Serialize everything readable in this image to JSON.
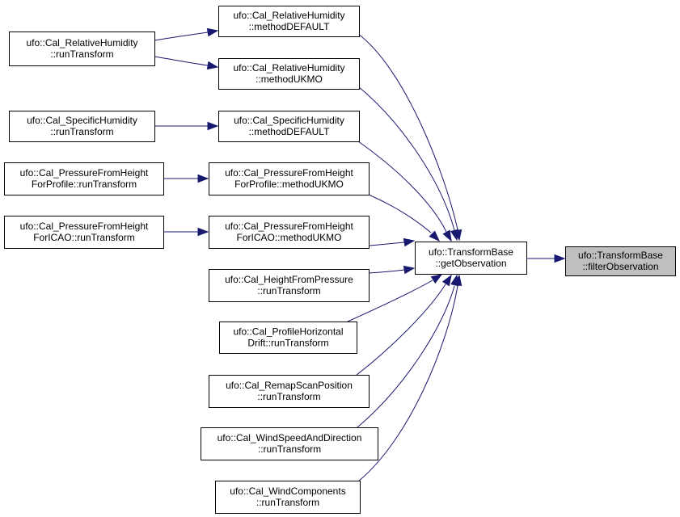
{
  "graph": {
    "colors": {
      "edge": "#191970",
      "node_fill": "#ffffff",
      "root_fill": "#bfbfbf",
      "border": "#000000"
    },
    "nodes": [
      {
        "id": "filter_observation",
        "lines": [
          "ufo::TransformBase",
          "::filterObservation"
        ],
        "root": true
      },
      {
        "id": "get_observation",
        "lines": [
          "ufo::TransformBase",
          "::getObservation"
        ]
      },
      {
        "id": "rh_method_default",
        "lines": [
          "ufo::Cal_RelativeHumidity",
          "::methodDEFAULT"
        ]
      },
      {
        "id": "rh_method_ukmo",
        "lines": [
          "ufo::Cal_RelativeHumidity",
          "::methodUKMO"
        ]
      },
      {
        "id": "rh_run_transform",
        "lines": [
          "ufo::Cal_RelativeHumidity",
          "::runTransform"
        ]
      },
      {
        "id": "sh_method_default",
        "lines": [
          "ufo::Cal_SpecificHumidity",
          "::methodDEFAULT"
        ]
      },
      {
        "id": "sh_run_transform",
        "lines": [
          "ufo::Cal_SpecificHumidity",
          "::runTransform"
        ]
      },
      {
        "id": "pfh_profile_method_ukmo",
        "lines": [
          "ufo::Cal_PressureFromHeight",
          "ForProfile::methodUKMO"
        ]
      },
      {
        "id": "pfh_profile_run_transform",
        "lines": [
          "ufo::Cal_PressureFromHeight",
          "ForProfile::runTransform"
        ]
      },
      {
        "id": "pfh_icao_method_ukmo",
        "lines": [
          "ufo::Cal_PressureFromHeight",
          "ForICAO::methodUKMO"
        ]
      },
      {
        "id": "pfh_icao_run_transform",
        "lines": [
          "ufo::Cal_PressureFromHeight",
          "ForICAO::runTransform"
        ]
      },
      {
        "id": "hfp_run_transform",
        "lines": [
          "ufo::Cal_HeightFromPressure",
          "::runTransform"
        ]
      },
      {
        "id": "phd_run_transform",
        "lines": [
          "ufo::Cal_ProfileHorizontal",
          "Drift::runTransform"
        ]
      },
      {
        "id": "rsp_run_transform",
        "lines": [
          "ufo::Cal_RemapScanPosition",
          "::runTransform"
        ]
      },
      {
        "id": "wsd_run_transform",
        "lines": [
          "ufo::Cal_WindSpeedAndDirection",
          "::runTransform"
        ]
      },
      {
        "id": "wc_run_transform",
        "lines": [
          "ufo::Cal_WindComponents",
          "::runTransform"
        ]
      }
    ],
    "edges": [
      {
        "from": "get_observation",
        "to": "filter_observation"
      },
      {
        "from": "rh_method_default",
        "to": "get_observation"
      },
      {
        "from": "rh_method_ukmo",
        "to": "get_observation"
      },
      {
        "from": "sh_method_default",
        "to": "get_observation"
      },
      {
        "from": "pfh_profile_method_ukmo",
        "to": "get_observation"
      },
      {
        "from": "pfh_icao_method_ukmo",
        "to": "get_observation"
      },
      {
        "from": "hfp_run_transform",
        "to": "get_observation"
      },
      {
        "from": "phd_run_transform",
        "to": "get_observation"
      },
      {
        "from": "rsp_run_transform",
        "to": "get_observation"
      },
      {
        "from": "wsd_run_transform",
        "to": "get_observation"
      },
      {
        "from": "wc_run_transform",
        "to": "get_observation"
      },
      {
        "from": "rh_run_transform",
        "to": "rh_method_default"
      },
      {
        "from": "rh_run_transform",
        "to": "rh_method_ukmo"
      },
      {
        "from": "sh_run_transform",
        "to": "sh_method_default"
      },
      {
        "from": "pfh_profile_run_transform",
        "to": "pfh_profile_method_ukmo"
      },
      {
        "from": "pfh_icao_run_transform",
        "to": "pfh_icao_method_ukmo"
      }
    ]
  }
}
